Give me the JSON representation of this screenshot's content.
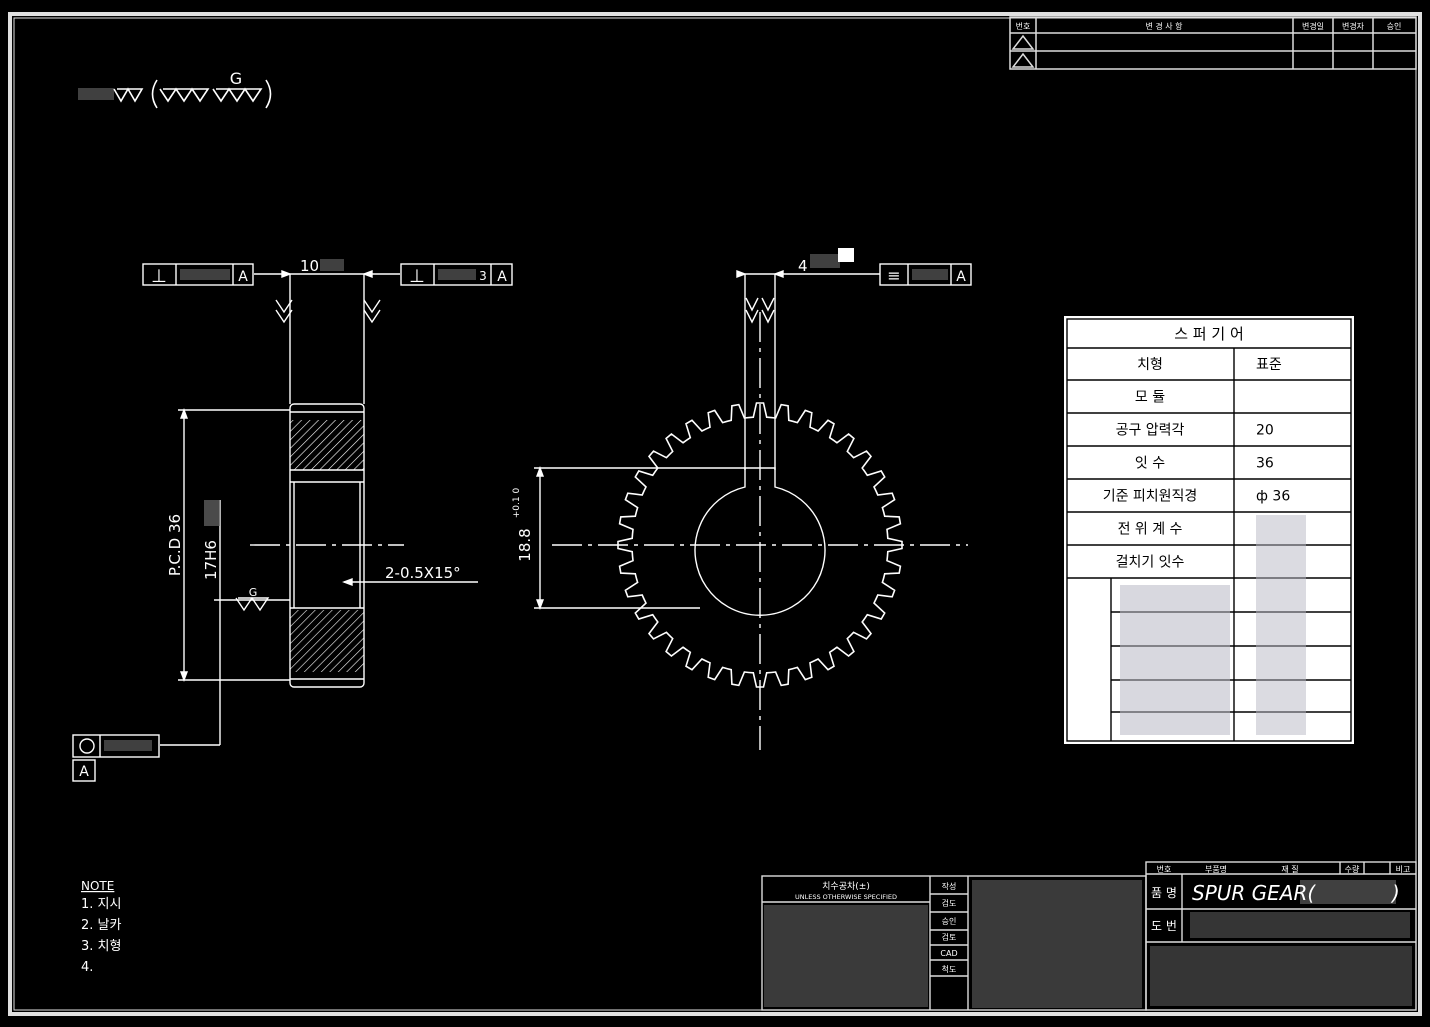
{
  "surface_symbol": {
    "grade_letter": "G"
  },
  "side_view": {
    "width_dim": "10",
    "pcd_label": "P.C.D 36",
    "bore_label": "17H6",
    "chamfer_label": "2-0.5X15°",
    "surface_letter": "G",
    "datum_letter": "A",
    "left_fcf": {
      "symbol": "⊥",
      "datum": "A"
    },
    "right_fcf": {
      "symbol": "⊥",
      "value_suffix": "3",
      "datum": "A"
    },
    "runout_fcf": {
      "symbol": "○",
      "datum": "A"
    }
  },
  "front_view": {
    "keyway_width_dim": "4",
    "keyway_depth_dim": "18.8",
    "keyway_depth_tol": "+0.1 0",
    "sym_fcf": {
      "symbol": "≡",
      "datum": "A"
    },
    "tooth_count": 36
  },
  "gear_table": {
    "title": "스 퍼 기 어",
    "rows": [
      {
        "label": "치형",
        "value": "표준"
      },
      {
        "label": "모 듈",
        "value": ""
      },
      {
        "label": "공구 압력각",
        "value": "20"
      },
      {
        "label": "잇 수",
        "value": "36"
      },
      {
        "label": "기준 피치원직경",
        "value": "ф 36"
      },
      {
        "label": "전 위 계 수",
        "value": ""
      },
      {
        "label": "걸치기 잇수",
        "value": ""
      }
    ]
  },
  "revision_block": {
    "headers": [
      "번호",
      "변 경 사 항",
      "변경일",
      "변경자",
      "승인"
    ]
  },
  "notes": {
    "title": "NOTE",
    "items": [
      "1. 지시",
      "2. 날카",
      "3. 치형",
      "4."
    ]
  },
  "title_block": {
    "product_label": "품 명",
    "product_name": "SPUR GEAR(",
    "drawing_no_label": "도 번",
    "tolerance_title": "치수공차(±)",
    "tolerance_sub": "UNLESS OTHERWISE SPECIFIED",
    "header_labels": [
      "번호",
      "부품명",
      "재 질",
      "수량",
      "비고"
    ],
    "sign_labels": [
      "작성",
      "검도",
      "승인",
      "검토",
      "CAD",
      "척도"
    ]
  }
}
